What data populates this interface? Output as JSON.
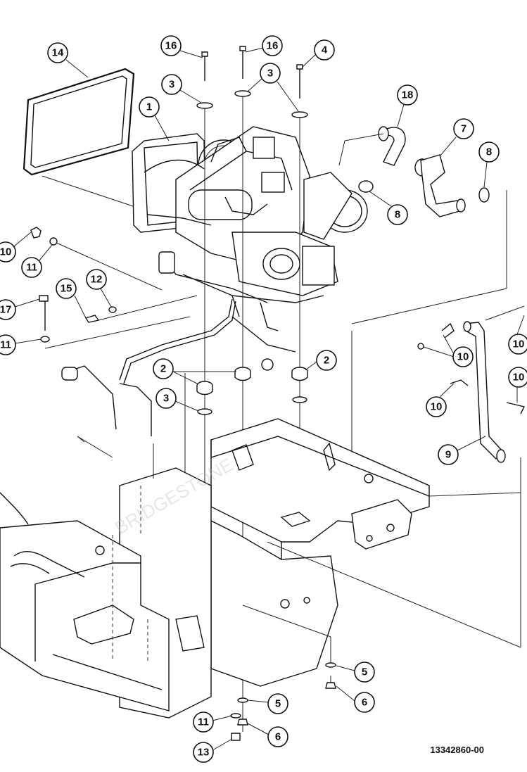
{
  "diagram": {
    "drawing_number": "13342860-00",
    "callouts": [
      {
        "id": "c14",
        "label": "14"
      },
      {
        "id": "c16a",
        "label": "16"
      },
      {
        "id": "c16b",
        "label": "16"
      },
      {
        "id": "c4",
        "label": "4"
      },
      {
        "id": "c3a",
        "label": "3"
      },
      {
        "id": "c3b",
        "label": "3"
      },
      {
        "id": "c1",
        "label": "1"
      },
      {
        "id": "c18",
        "label": "18"
      },
      {
        "id": "c7",
        "label": "7"
      },
      {
        "id": "c8a",
        "label": "8"
      },
      {
        "id": "c8b",
        "label": "8"
      },
      {
        "id": "c10a",
        "label": "10"
      },
      {
        "id": "c11a",
        "label": "11"
      },
      {
        "id": "c12",
        "label": "12"
      },
      {
        "id": "c15",
        "label": "15"
      },
      {
        "id": "c17",
        "label": "17"
      },
      {
        "id": "c11b",
        "label": "11"
      },
      {
        "id": "c10b",
        "label": "10"
      },
      {
        "id": "c10c",
        "label": "10"
      },
      {
        "id": "c10d",
        "label": "10"
      },
      {
        "id": "c10e",
        "label": "10"
      },
      {
        "id": "c2a",
        "label": "2"
      },
      {
        "id": "c2b",
        "label": "2"
      },
      {
        "id": "c3c",
        "label": "3"
      },
      {
        "id": "c9",
        "label": "9"
      },
      {
        "id": "c5a",
        "label": "5"
      },
      {
        "id": "c6a",
        "label": "6"
      },
      {
        "id": "c5b",
        "label": "5"
      },
      {
        "id": "c11c",
        "label": "11"
      },
      {
        "id": "c6b",
        "label": "6"
      },
      {
        "id": "c13",
        "label": "13"
      }
    ]
  }
}
